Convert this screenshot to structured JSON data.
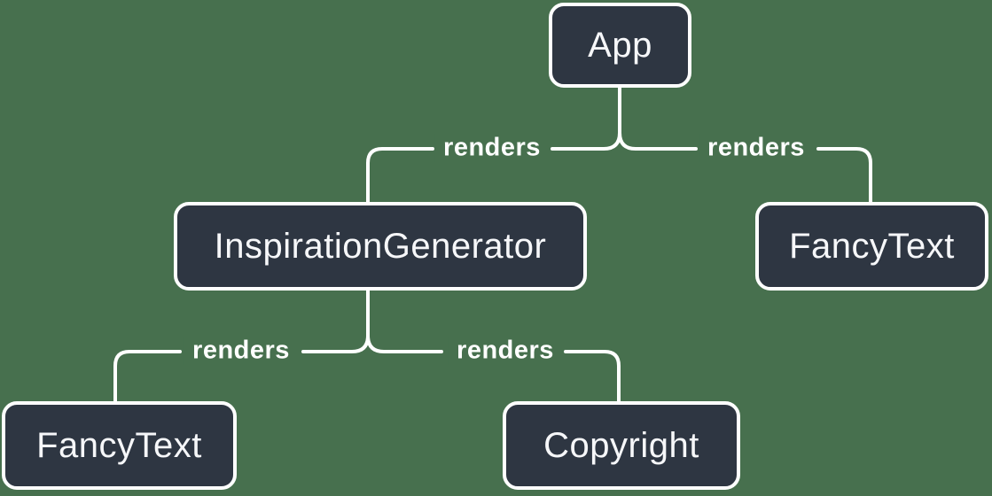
{
  "diagram": {
    "colors": {
      "background": "#47704E",
      "node-fill": "#2E3642",
      "node-border": "#FFFFFF",
      "node-text": "#F6F7F9",
      "edge-line": "#FFFFFF",
      "edge-label-text": "#FFFFFF"
    },
    "nodes": [
      {
        "id": "app",
        "label": "App"
      },
      {
        "id": "inspiration-generator",
        "label": "InspirationGenerator"
      },
      {
        "id": "fancy-text-right",
        "label": "FancyText"
      },
      {
        "id": "fancy-text-left",
        "label": "FancyText"
      },
      {
        "id": "copyright",
        "label": "Copyright"
      }
    ],
    "edges": [
      {
        "from": "App",
        "to": "InspirationGenerator",
        "label": "renders"
      },
      {
        "from": "App",
        "to": "FancyText",
        "label": "renders"
      },
      {
        "from": "InspirationGenerator",
        "to": "FancyText",
        "label": "renders"
      },
      {
        "from": "InspirationGenerator",
        "to": "Copyright",
        "label": "renders"
      }
    ]
  }
}
